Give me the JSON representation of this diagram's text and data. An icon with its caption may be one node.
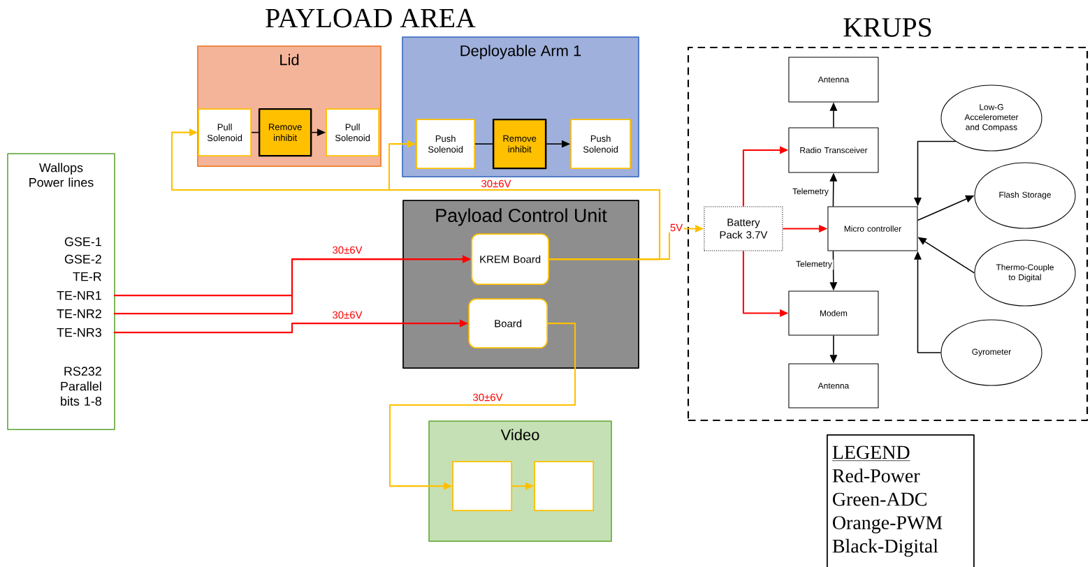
{
  "diagram": {
    "title": "PAYLOAD AREA",
    "nodes": [
      {
        "text": [
          "Lid"
        ]
      },
      {
        "text": [
          "Pull Solenoid"
        ],
        "in": 0
      },
      {
        "text": [
          "Remove inhibit"
        ],
        "in": 0
      },
      {
        "text": [
          "Pull Solenoid"
        ],
        "in": 0
      },
      {
        "text": [
          "Deployable Arm 1"
        ]
      },
      {
        "text": [
          "Push Solenoid"
        ],
        "in": 4
      },
      {
        "text": [
          "Remove inhibit"
        ],
        "in": 4
      },
      {
        "text": [
          "Push Solenoid"
        ],
        "in": 4
      },
      {
        "text": [
          "Wallops Power lines"
        ]
      },
      {
        "text": [
          "GSE-1"
        ],
        "in": 8
      },
      {
        "text": [
          "GSE-2"
        ],
        "in": 8
      },
      {
        "text": [
          "TE-R"
        ],
        "in": 8
      },
      {
        "text": [
          "TE-NR1"
        ],
        "in": 8
      },
      {
        "text": [
          "TE-NR2"
        ],
        "in": 8
      },
      {
        "text": [
          "TE-NR3"
        ],
        "in": 8
      },
      {
        "text": [
          "RS232 Parallel bits 1-8"
        ],
        "in": 8
      },
      {
        "text": [
          "Payload Control Unit"
        ]
      },
      {
        "text": [
          "KREM Board"
        ],
        "in": 16
      },
      {
        "text": [
          "Board"
        ],
        "in": 16
      },
      {
        "text": [
          "Video"
        ]
      },
      {
        "text": [],
        "shape": "box",
        "in": 19
      },
      {
        "text": [],
        "shape": "box",
        "in": 19
      },
      {
        "text": [
          "KRUPS"
        ]
      },
      {
        "text": [
          "Antenna"
        ],
        "in": 22
      },
      {
        "text": [
          "Radio Transceiver"
        ],
        "in": 22
      },
      {
        "text": [
          "Battery Pack 3.7V"
        ],
        "in": 22
      },
      {
        "text": [
          "Micro controller"
        ],
        "in": 22
      },
      {
        "text": [
          "Modem"
        ],
        "in": 22
      },
      {
        "text": [
          "Antenna"
        ],
        "in": 22
      },
      {
        "text": [
          "Low-G Accelerometer and Compass"
        ],
        "in": 22
      },
      {
        "text": [
          "Flash Storage"
        ],
        "in": 22
      },
      {
        "text": [
          "Thermo-Couple to Digital"
        ],
        "in": 22
      },
      {
        "text": [
          "Gyrometer"
        ],
        "in": 22
      }
    ],
    "edges": [
      {
        "from": 1,
        "to": 2,
        "arrow": "none"
      },
      {
        "from": 2,
        "to": 3,
        "arrow": "to"
      },
      {
        "from": 5,
        "to": 6,
        "arrow": "none"
      },
      {
        "from": 6,
        "to": 7,
        "arrow": "to"
      },
      {
        "from": 12,
        "to": 17,
        "arrow": "to",
        "color": "#ff0000",
        "label": "30±6V"
      },
      {
        "from": 13,
        "to": 17,
        "arrow": "to",
        "color": "#ff0000"
      },
      {
        "from": 14,
        "to": 18,
        "arrow": "to",
        "color": "#ff0000",
        "label": "30±6V"
      },
      {
        "from": 17,
        "to": 1,
        "arrow": "to",
        "color": "#ffc000",
        "label": "30±6V"
      },
      {
        "from": 17,
        "to": 5,
        "arrow": "to",
        "color": "#ffc000"
      },
      {
        "from": 17,
        "to": 25,
        "arrow": "to",
        "color": "#ffc000",
        "label": "5V"
      },
      {
        "from": 18,
        "to": 20,
        "arrow": "to",
        "color": "#ffc000",
        "label": "30±6V"
      },
      {
        "from": 20,
        "to": 21,
        "arrow": "to",
        "color": "#ffc000"
      },
      {
        "from": 24,
        "to": 23,
        "arrow": "to"
      },
      {
        "from": 26,
        "to": 24,
        "arrow": "to",
        "label": "Telemetry"
      },
      {
        "from": 26,
        "to": 27,
        "arrow": "to",
        "label": "Telemetry"
      },
      {
        "from": 27,
        "to": 28,
        "arrow": "to"
      },
      {
        "from": 25,
        "to": 24,
        "arrow": "to",
        "color": "#ff0000"
      },
      {
        "from": 25,
        "to": 26,
        "arrow": "to",
        "color": "#ff0000"
      },
      {
        "from": 25,
        "to": 27,
        "arrow": "to",
        "color": "#ff0000"
      },
      {
        "from": 29,
        "to": 26,
        "arrow": "to"
      },
      {
        "from": 26,
        "to": 30,
        "arrow": "to"
      },
      {
        "from": 31,
        "to": 26,
        "arrow": "to"
      },
      {
        "from": 32,
        "to": 26,
        "arrow": "to"
      }
    ],
    "labels": [
      "LEGEND"
    ],
    "legend": [
      {
        "text": "Red-Power"
      },
      {
        "text": "Green-ADC"
      },
      {
        "text": "Orange-PWM"
      },
      {
        "text": "Black-Digital"
      }
    ]
  }
}
